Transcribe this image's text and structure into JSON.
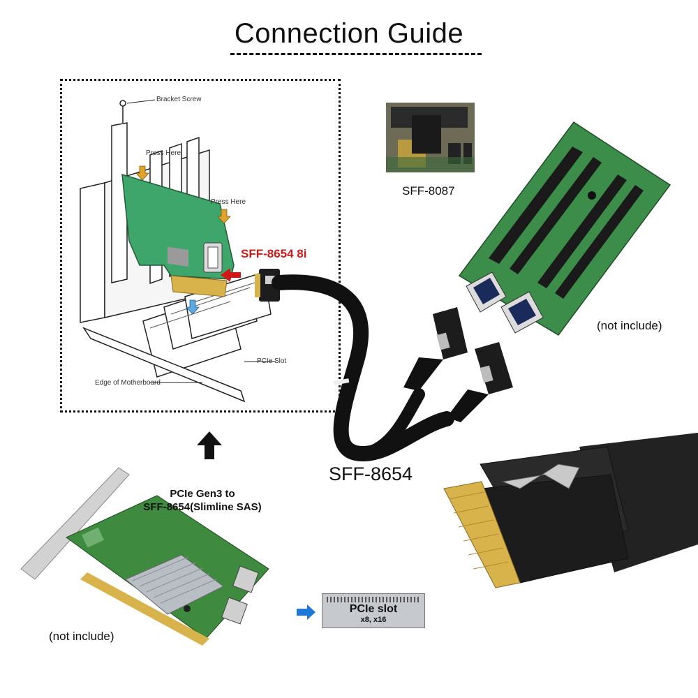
{
  "title": "Connection Guide",
  "install_diagram": {
    "bracket_screw_label": "Bracket Screw",
    "press_here_top": "Press Here",
    "press_here_right": "Press Here",
    "pcie_slot_label": "PCIe Slot",
    "motherboard_label": "Edge of Motherboard",
    "connector_label": "SFF-8654 8i"
  },
  "sff8087_label": "SFF-8087",
  "riser_note": "(not include)",
  "cable_label": "SFF-8654",
  "card_title_line1": "PCIe Gen3 to",
  "card_title_line2": "SFF-8654(Slimline SAS)",
  "card_note": "(not include)",
  "pcie_slot_icon": {
    "line1": "PCIe slot",
    "line2": "x8, x16"
  },
  "colors": {
    "pcb_green": "#3fa66b",
    "dark_pcb": "#2f6e3c",
    "connector_red": "#d01818",
    "arrow_blue": "#1e78d8",
    "gold": "#d8b24a",
    "heatsink": "#b9bec4"
  }
}
